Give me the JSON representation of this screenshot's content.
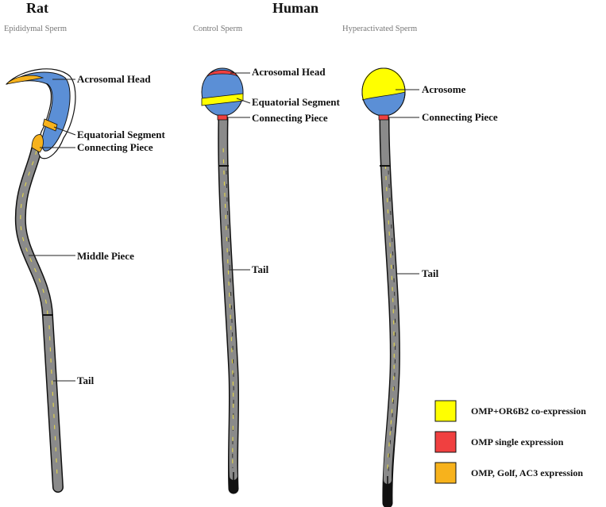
{
  "rat": {
    "title": "Rat",
    "subtitle": "Epididymal Sperm",
    "labels": {
      "acrosomal_head": "Acrosomal Head",
      "equatorial_segment": "Equatorial Segment",
      "connecting_piece": "Connecting Piece",
      "middle_piece": "Middle Piece",
      "tail": "Tail"
    }
  },
  "human": {
    "title": "Human",
    "control": {
      "subtitle": "Control Sperm",
      "labels": {
        "acrosomal_head": "Acrosomal Head",
        "equatorial_segment": "Equatorial Segment",
        "connecting_piece": "Connecting Piece",
        "tail": "Tail"
      }
    },
    "hyperactivated": {
      "subtitle": "Hyperactivated Sperm",
      "labels": {
        "acrosome": "Acrosome",
        "connecting_piece": "Connecting Piece",
        "tail": "Tail"
      }
    }
  },
  "colors": {
    "omp_or6b2": "#ffff00",
    "omp_single": "#f04040",
    "omp_golf_ac3": "#f7b21c",
    "head_blue": "#5b8fd6",
    "tail_gray": "#8a8a8a"
  },
  "legend": [
    {
      "label": "OMP+OR6B2 co-expression",
      "color": "#ffff00"
    },
    {
      "label": "OMP single expression",
      "color": "#f04040"
    },
    {
      "label": "OMP, Golf, AC3 expression",
      "color": "#f7b21c"
    }
  ]
}
